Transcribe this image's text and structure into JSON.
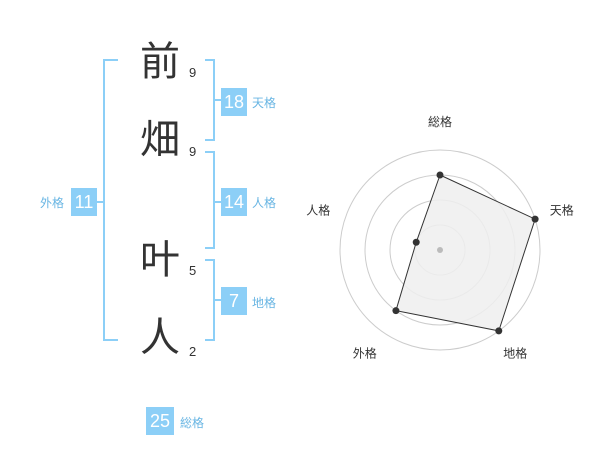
{
  "name": {
    "chars": [
      "前",
      "畑",
      "叶",
      "人"
    ],
    "strokes": [
      "9",
      "9",
      "5",
      "2"
    ]
  },
  "fortune": {
    "tenkaku": {
      "value": "18",
      "label": "天格"
    },
    "jinkaku": {
      "value": "14",
      "label": "人格"
    },
    "chikaku": {
      "value": "7",
      "label": "地格"
    },
    "gaikaku": {
      "value": "11",
      "label": "外格"
    },
    "soukaku": {
      "value": "25",
      "label": "総格"
    }
  },
  "radar": {
    "axes": [
      "総格",
      "天格",
      "地格",
      "外格",
      "人格"
    ],
    "levels": 4,
    "values": [
      3,
      4,
      4,
      3,
      1
    ],
    "max": 4,
    "colors": {
      "fill": "#eeeeee",
      "stroke": "#333333",
      "grid": "#cccccc",
      "center": "#bbbbbb"
    }
  },
  "colors": {
    "accent": "#8ccff7",
    "bracket": "#8ccff7",
    "label": "#68b5e3"
  }
}
